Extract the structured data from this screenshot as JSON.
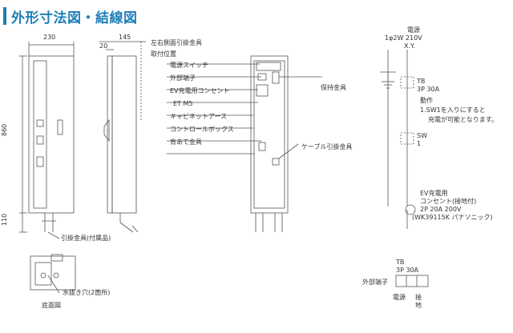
{
  "title": "外形寸法図・結線図",
  "dims": {
    "w230": "230",
    "w145": "145",
    "w20": "20",
    "h860": "860",
    "h110": "110"
  },
  "labels": {
    "side_bracket": "左右側面引掛金具",
    "mount_pos": "取付位置",
    "power_switch": "電源スイッチ",
    "ext_terminal": "外部端子",
    "ev_outlet": "EV充電用コンセント",
    "et_m5": "ET  M5",
    "cabinet_earth": "キャビネットアース",
    "control_box": "コントロールボックス",
    "back_bracket": "背あて金具",
    "holding_bracket": "保持金具",
    "cable_hook": "ケーブル引掛金具",
    "hook_bracket": "引掛金具(付属品)",
    "drain_hole": "水抜き穴(2箇所)",
    "bottom_view": "底面図"
  },
  "wiring": {
    "power": "電源",
    "supply": "1φ2W   210V",
    "xy": "X.Y.",
    "tb": "TB",
    "tb_rating": "3P 30A",
    "action": "動作",
    "action_line1": "1.SW1を入りにすると",
    "action_line2": "充電が可能となります。",
    "sw": "SW",
    "sw_num": "1",
    "ev_title": "EV充電用",
    "ev_line1": "コンセント(接地付)",
    "ev_line2": "2P 20A 200V",
    "ev_line3": "(WK39115K  パナソニック)"
  },
  "terminal": {
    "tb": "TB",
    "tb_rating": "3P    30A",
    "label": "外部端子",
    "power": "電源",
    "earth1": "接",
    "earth2": "地"
  }
}
